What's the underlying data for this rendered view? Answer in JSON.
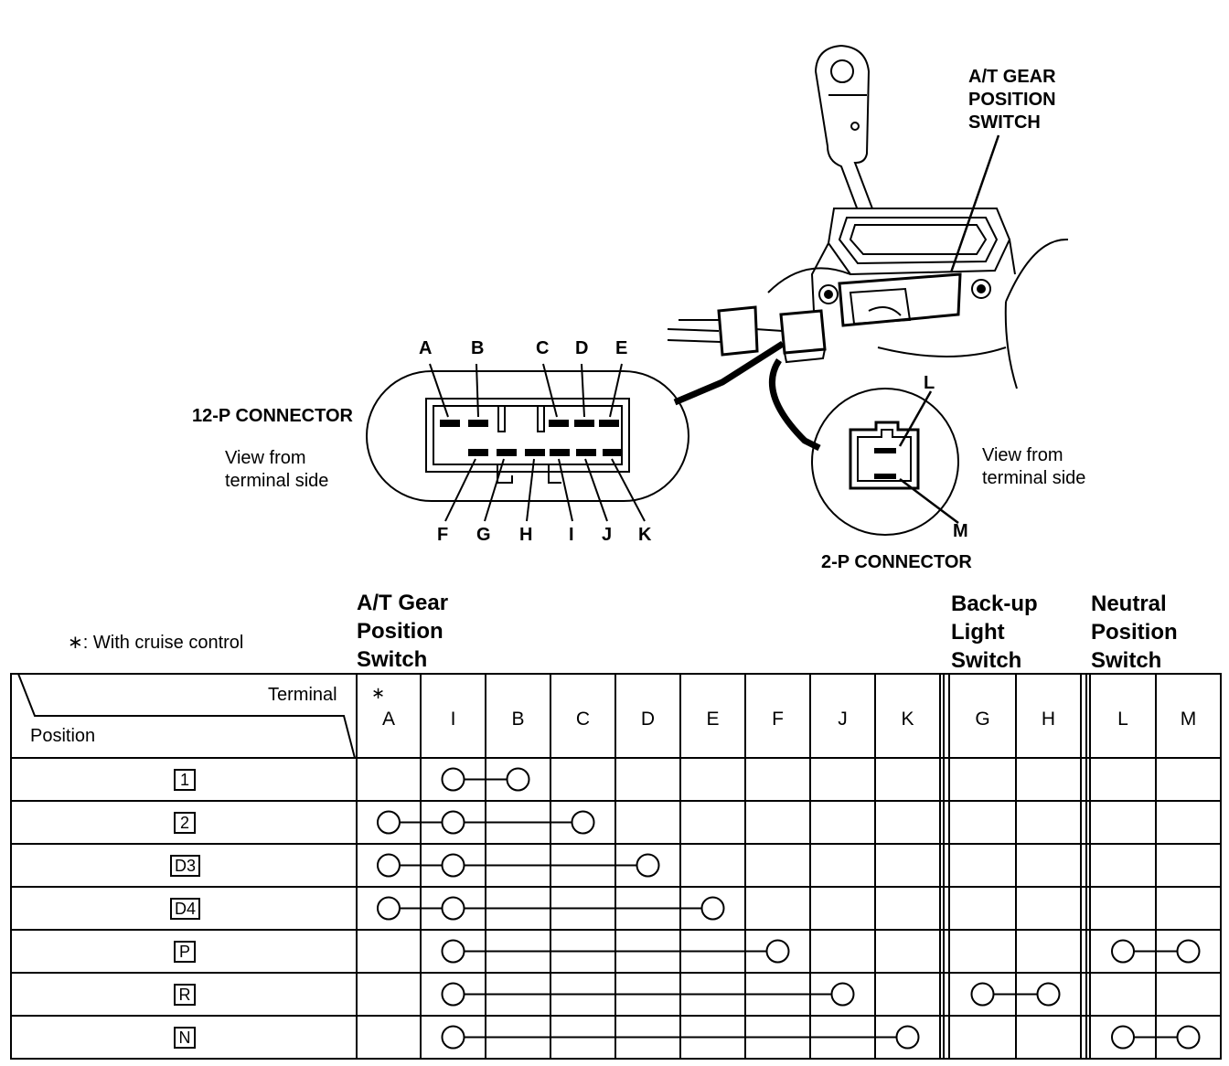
{
  "diagram": {
    "switch_callout": [
      "A/T GEAR",
      "POSITION",
      "SWITCH"
    ],
    "connector12": {
      "title": "12-P CONNECTOR",
      "view_lines": [
        "View from",
        "terminal side"
      ],
      "top_terminals": [
        "A",
        "B",
        "C",
        "D",
        "E"
      ],
      "bottom_terminals": [
        "F",
        "G",
        "H",
        "I",
        "J",
        "K"
      ]
    },
    "connector2": {
      "title": "2-P CONNECTOR",
      "view_lines": [
        "View from",
        "terminal side"
      ],
      "terminals": [
        "L",
        "M"
      ]
    }
  },
  "table": {
    "footnote": "∗: With cruise control",
    "asterisk": "∗",
    "groups": [
      {
        "lines": [
          "A/T Gear",
          "Position",
          "Switch"
        ]
      },
      {
        "lines": [
          "Back-up",
          "Light",
          "Switch"
        ]
      },
      {
        "lines": [
          "Neutral",
          "Position",
          "Switch"
        ]
      }
    ],
    "header_terminal": "Terminal",
    "header_position": "Position",
    "columns": [
      "A",
      "I",
      "B",
      "C",
      "D",
      "E",
      "F",
      "J",
      "K",
      "G",
      "H",
      "L",
      "M"
    ],
    "rows": [
      {
        "position": "1",
        "connections": [
          [
            "I",
            "B"
          ]
        ]
      },
      {
        "position": "2",
        "connections": [
          [
            "A",
            "I",
            "C"
          ]
        ]
      },
      {
        "position": "D3",
        "connections": [
          [
            "A",
            "I",
            "D"
          ]
        ]
      },
      {
        "position": "D4",
        "connections": [
          [
            "A",
            "I",
            "E"
          ]
        ]
      },
      {
        "position": "P",
        "connections": [
          [
            "I",
            "F"
          ],
          [
            "L",
            "M"
          ]
        ]
      },
      {
        "position": "R",
        "connections": [
          [
            "I",
            "J"
          ],
          [
            "G",
            "H"
          ]
        ]
      },
      {
        "position": "N",
        "connections": [
          [
            "I",
            "K"
          ],
          [
            "L",
            "M"
          ]
        ]
      }
    ]
  }
}
